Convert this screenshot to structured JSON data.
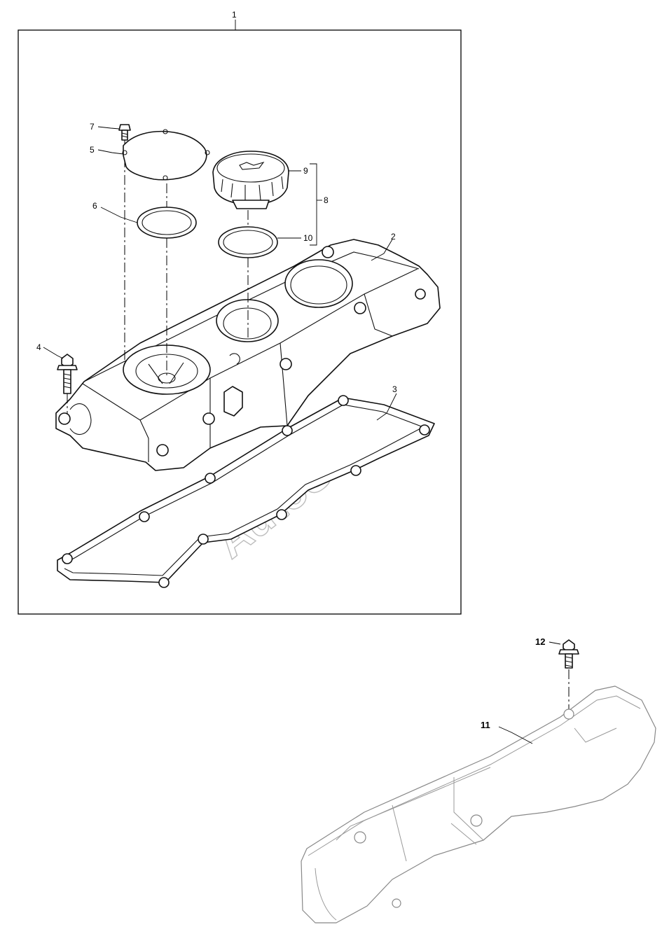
{
  "watermark": "AutoSoft",
  "callouts": {
    "c1": "1",
    "c2": "2",
    "c3": "3",
    "c4": "4",
    "c5": "5",
    "c6": "6",
    "c7": "7",
    "c8": "8",
    "c9": "9",
    "c10": "10",
    "c11": "11",
    "c12": "12"
  },
  "colors": {
    "line": "#111111",
    "light_line": "#888888",
    "watermark": "#bdbdbd",
    "background": "#ffffff"
  }
}
